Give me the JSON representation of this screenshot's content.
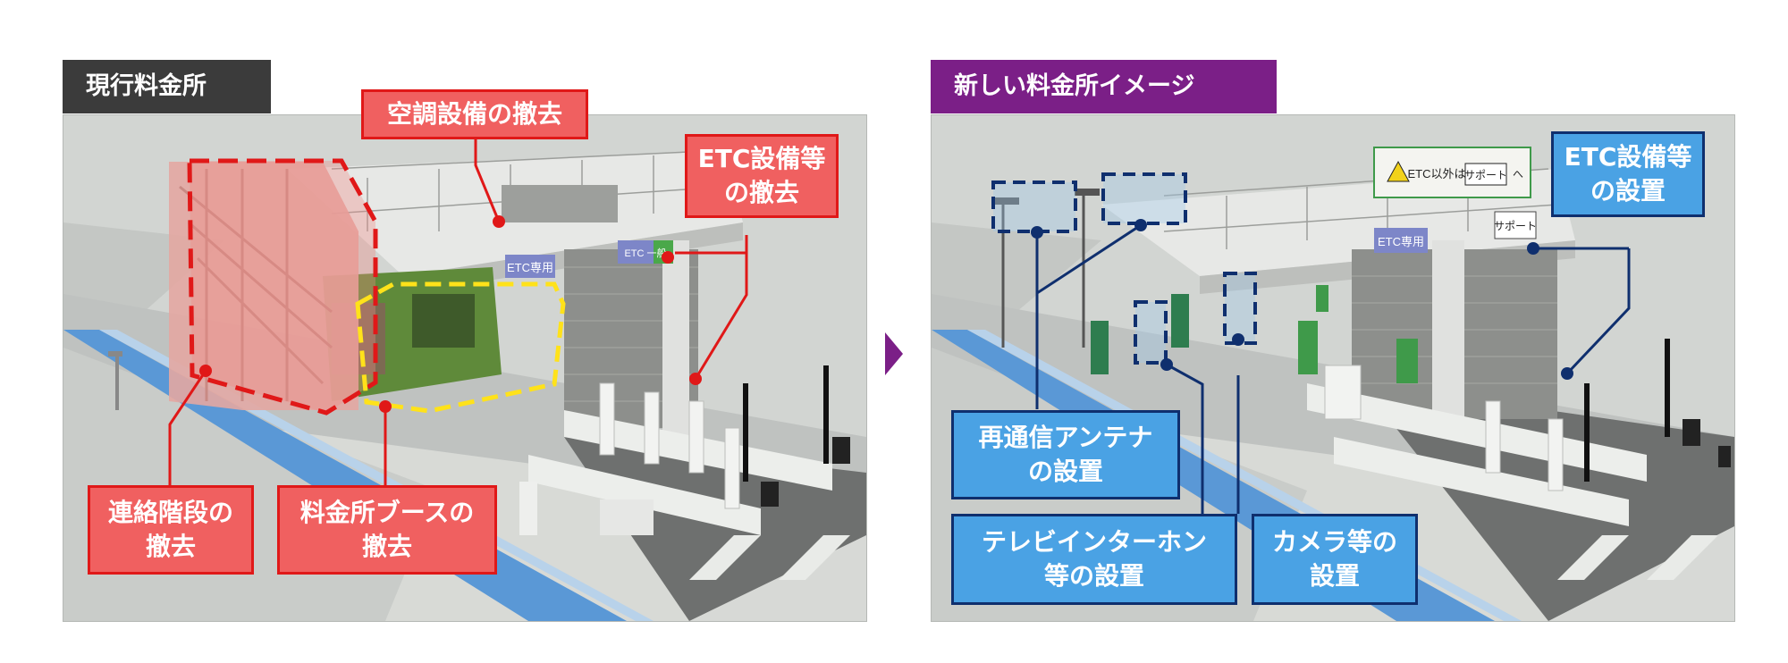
{
  "left_panel": {
    "tab_label": "現行料金所",
    "sign_etc_only": "ETC専用",
    "sign_etc_general": "ETC 一般",
    "callouts": {
      "hvac_removal": "空調設備の撤去",
      "etc_removal": "ETC設備等\nの撤去",
      "stairs_removal": "連絡階段の\n撤去",
      "booth_removal": "料金所ブースの\n撤去"
    }
  },
  "right_panel": {
    "tab_label": "新しい料金所イメージ",
    "sign_etc_only": "ETC専用",
    "sign_support": "サポート",
    "overhead_sign": {
      "text1": "ETC以外は",
      "text2": "サポート",
      "text3": "へ"
    },
    "callouts": {
      "etc_install": "ETC設備等\nの設置",
      "antenna_install": "再通信アンテナ\nの設置",
      "intercom_install": "テレビインターホン\n等の設置",
      "camera_install": "カメラ等の\n設置"
    }
  },
  "colors": {
    "red_callout_fill": "#f06060",
    "red_border": "#e01818",
    "blue_callout_fill": "#4aa2e4",
    "blue_border": "#0f2f6e",
    "left_tab": "#3b3b3b",
    "right_tab": "#7b1f87",
    "arrow": "#7b1f87",
    "lane_blue": "#5a98d6",
    "booth_green": "#5f8a3a"
  }
}
